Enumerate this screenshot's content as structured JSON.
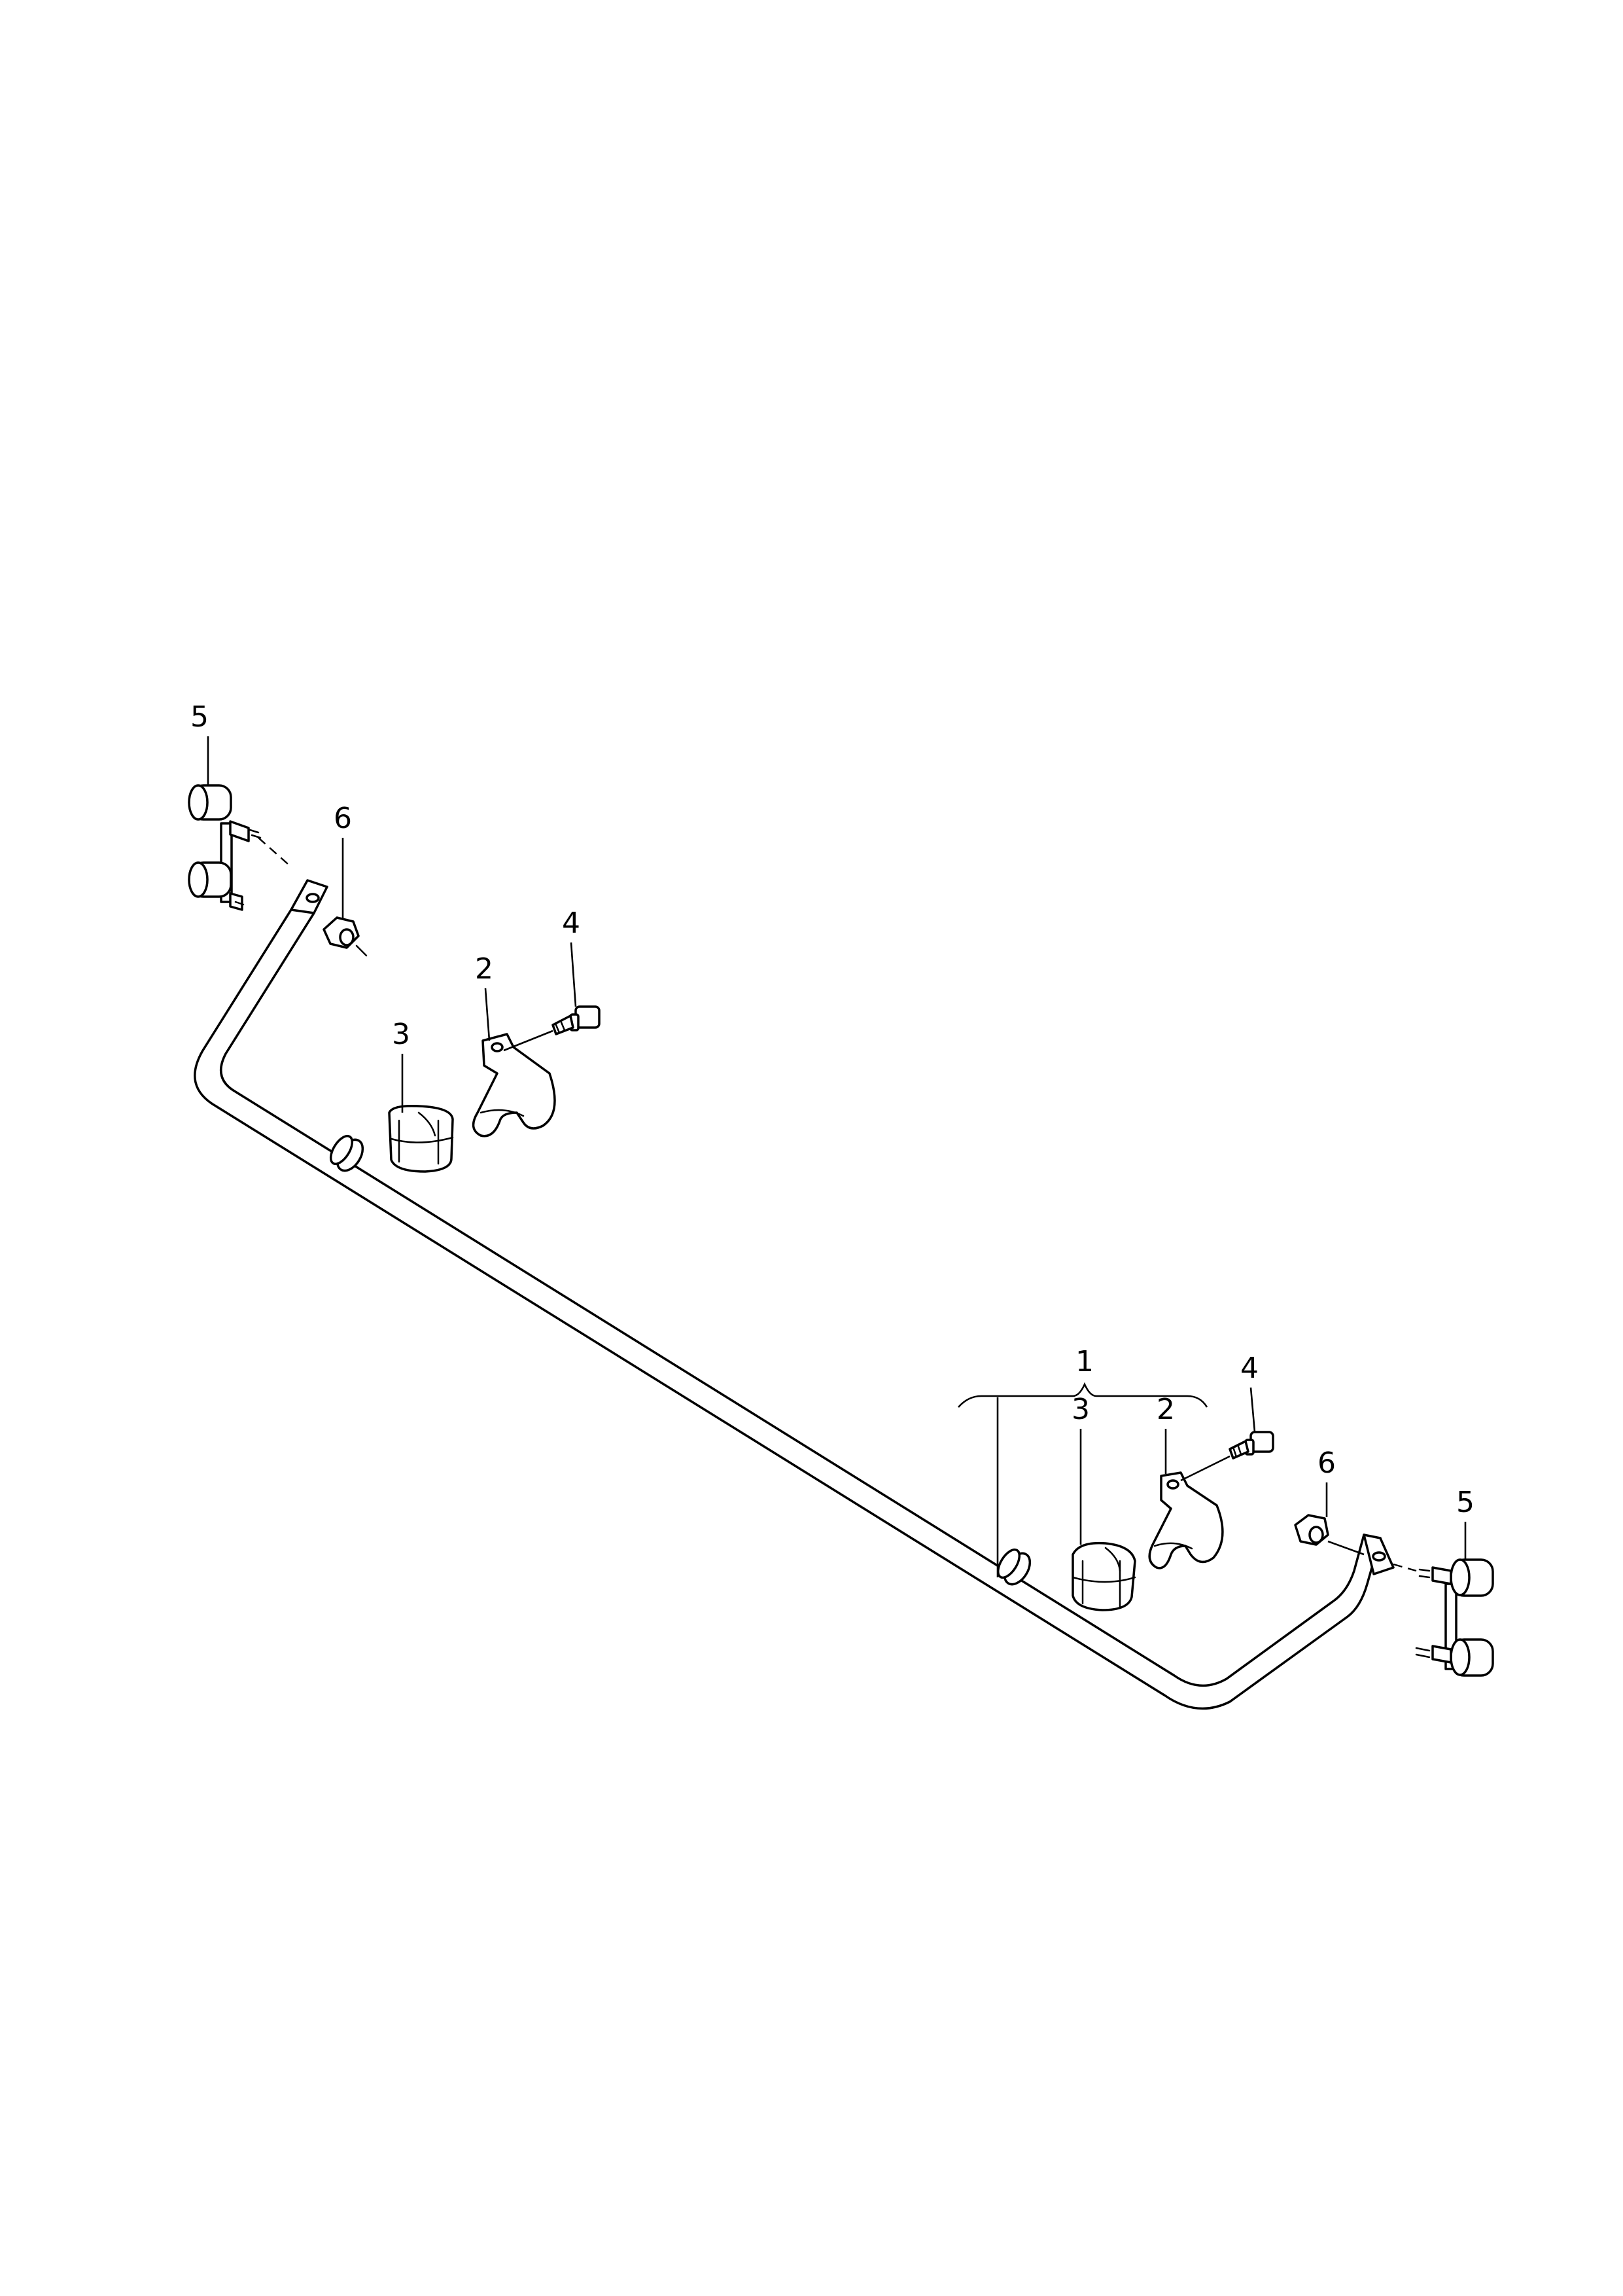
{
  "callouts": {
    "assembly": "1",
    "clamp_left": "2",
    "clamp_right": "2",
    "bushing_left": "3",
    "bushing_right": "3",
    "bolt_left": "4",
    "bolt_right": "4",
    "link_left": "5",
    "link_right": "5",
    "nut_left": "6",
    "nut_right": "6"
  }
}
